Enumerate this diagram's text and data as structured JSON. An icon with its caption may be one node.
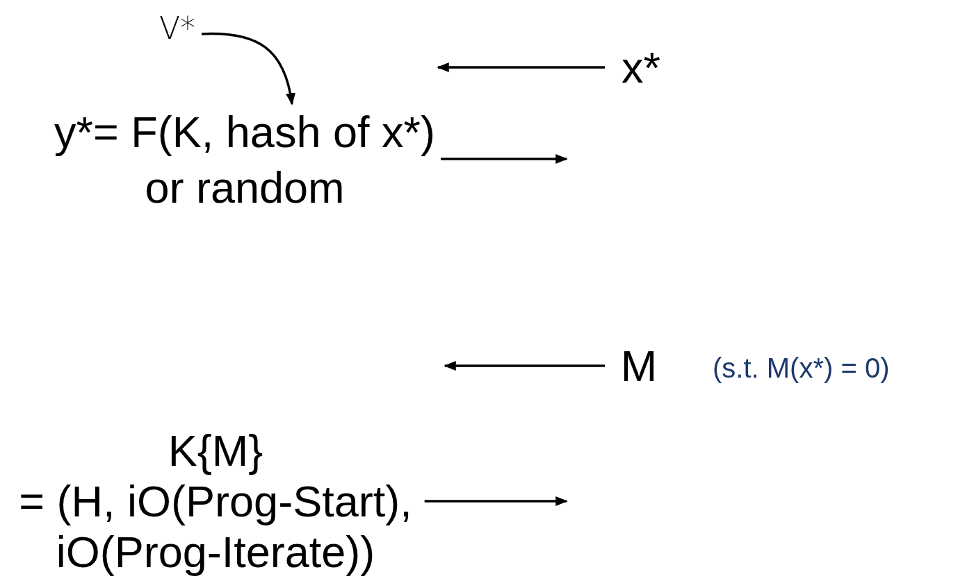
{
  "diagram": {
    "nodes": [
      {
        "text": [
          "V*"
        ]
      },
      {
        "text": [
          "y*= F(K, hash of x*) or random"
        ]
      },
      {
        "text": [
          "x*"
        ]
      },
      {
        "text": [
          "M"
        ],
        "beside": [
          "(s.t. M(x*) = 0)"
        ]
      },
      {
        "text": [
          "K{M}",
          "= (H, iO(Prog-Start), iO(Prog-Iterate))"
        ]
      }
    ],
    "edges": [
      {
        "from": 0,
        "to": 1,
        "arrow": "to"
      },
      {
        "from": 2,
        "to": 1,
        "arrow": "to"
      },
      {
        "from": 1,
        "to": null,
        "arrow": "to"
      },
      {
        "from": 3,
        "to": null,
        "arrow": "to"
      },
      {
        "from": 4,
        "to": null,
        "arrow": "to"
      }
    ]
  }
}
